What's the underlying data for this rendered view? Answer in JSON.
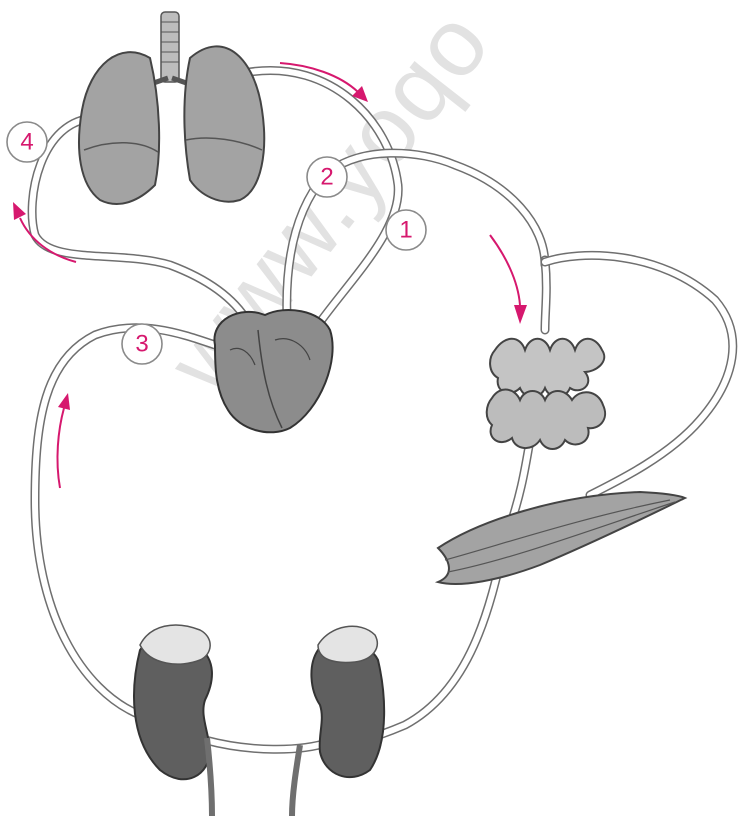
{
  "watermark": "www.yoqo",
  "markers": [
    {
      "id": "1",
      "label": "1"
    },
    {
      "id": "2",
      "label": "2"
    },
    {
      "id": "3",
      "label": "3"
    },
    {
      "id": "4",
      "label": "4"
    }
  ],
  "colors": {
    "arrow": "#d6186e",
    "vessel_outline": "#6f6f6f",
    "organ_gray": "#9a9a9a",
    "kidney": "#5f5f5f",
    "marker_text": "#d6186e"
  },
  "organs": [
    "lungs",
    "heart",
    "intestines",
    "muscle",
    "kidneys"
  ]
}
